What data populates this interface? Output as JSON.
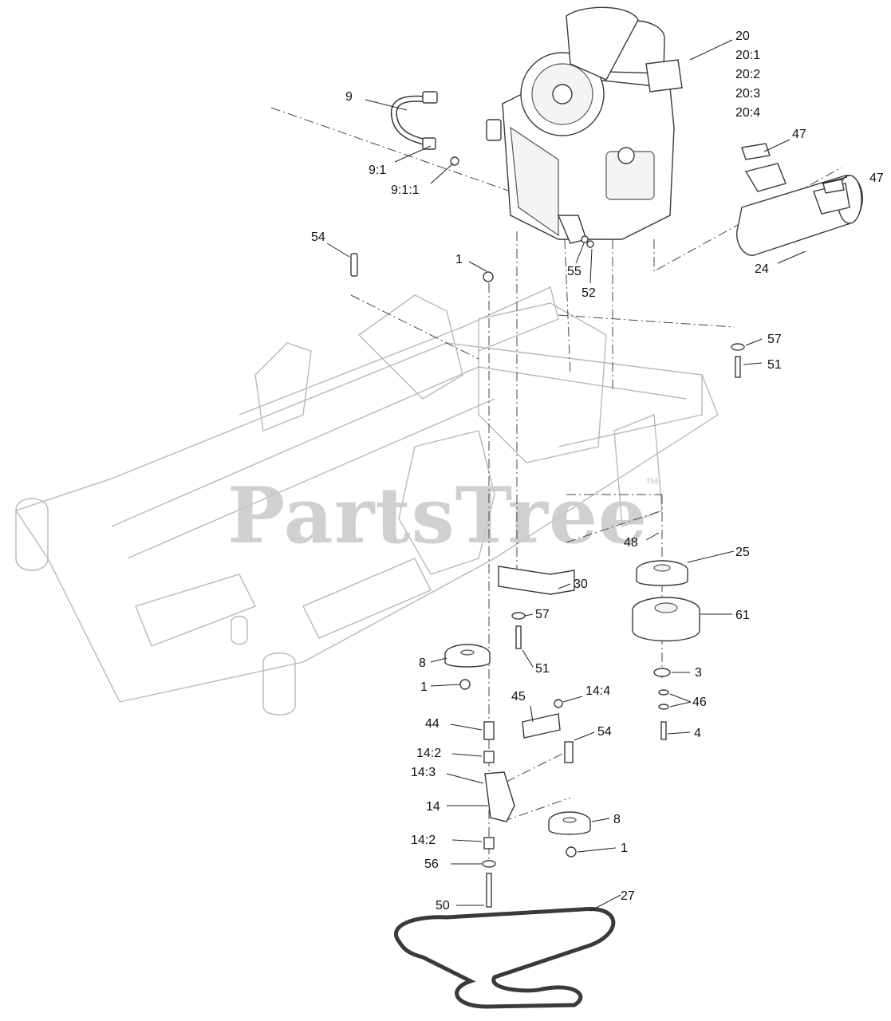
{
  "watermark": {
    "text": "PartsTree",
    "trademark": "™"
  },
  "callouts": [
    {
      "label": "20"
    },
    {
      "label": "20:1"
    },
    {
      "label": "20:2"
    },
    {
      "label": "20:3"
    },
    {
      "label": "20:4"
    },
    {
      "label": "9"
    },
    {
      "label": "9:1"
    },
    {
      "label": "9:1:1"
    },
    {
      "label": "47"
    },
    {
      "label": "47"
    },
    {
      "label": "54"
    },
    {
      "label": "1"
    },
    {
      "label": "55"
    },
    {
      "label": "52"
    },
    {
      "label": "24"
    },
    {
      "label": "57"
    },
    {
      "label": "51"
    },
    {
      "label": "48"
    },
    {
      "label": "25"
    },
    {
      "label": "30"
    },
    {
      "label": "61"
    },
    {
      "label": "57"
    },
    {
      "label": "51"
    },
    {
      "label": "8"
    },
    {
      "label": "1"
    },
    {
      "label": "3"
    },
    {
      "label": "45"
    },
    {
      "label": "14:4"
    },
    {
      "label": "46"
    },
    {
      "label": "44"
    },
    {
      "label": "4"
    },
    {
      "label": "14:2"
    },
    {
      "label": "54"
    },
    {
      "label": "14:3"
    },
    {
      "label": "14"
    },
    {
      "label": "8"
    },
    {
      "label": "14:2"
    },
    {
      "label": "1"
    },
    {
      "label": "56"
    },
    {
      "label": "27"
    },
    {
      "label": "50"
    }
  ]
}
